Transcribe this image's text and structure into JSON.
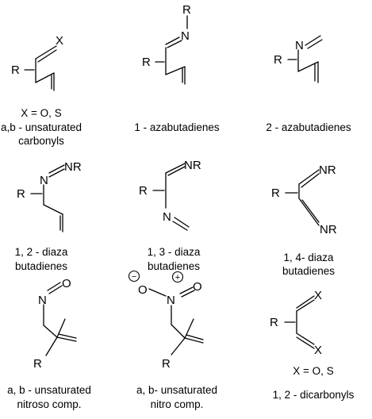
{
  "molecules": [
    {
      "id": "carbonyl",
      "atoms": {
        "x": "X",
        "r": "R"
      },
      "caption": [
        "X = O, S",
        "a,b - unsaturated",
        "carbonyls"
      ]
    },
    {
      "id": "aza1",
      "atoms": {
        "rtop": "R",
        "n": "N",
        "r": "R"
      },
      "caption": [
        "1 - azabutadienes"
      ]
    },
    {
      "id": "aza2",
      "atoms": {
        "n": "N",
        "r": "R"
      },
      "caption": [
        "2 - azabutadienes"
      ]
    },
    {
      "id": "diaza12",
      "atoms": {
        "n1": "N",
        "nr": "NR",
        "r": "R"
      },
      "caption": [
        "1, 2 - diaza",
        "butadienes"
      ]
    },
    {
      "id": "diaza13",
      "atoms": {
        "nr": "NR",
        "n": "N",
        "r": "R"
      },
      "caption": [
        "1, 3 - diaza",
        "butadienes"
      ]
    },
    {
      "id": "diaza14",
      "atoms": {
        "nr1": "NR",
        "nr2": "NR",
        "r": "R"
      },
      "caption": [
        "1, 4- diaza",
        "butadienes"
      ]
    },
    {
      "id": "nitroso",
      "atoms": {
        "n": "N",
        "o": "O",
        "r": "R"
      },
      "caption": [
        "a, b - unsaturated",
        "nitroso comp."
      ]
    },
    {
      "id": "nitro",
      "atoms": {
        "ominus": "O",
        "n": "N",
        "o": "O",
        "r": "R"
      },
      "charges": {
        "minus": "−",
        "plus": "+"
      },
      "caption": [
        "a, b- unsaturated",
        "nitro comp."
      ]
    },
    {
      "id": "dicarbonyl",
      "atoms": {
        "x1": "X",
        "x2": "X",
        "r": "R"
      },
      "caption": [
        "X = O, S",
        "1, 2 - dicarbonyls"
      ]
    }
  ]
}
